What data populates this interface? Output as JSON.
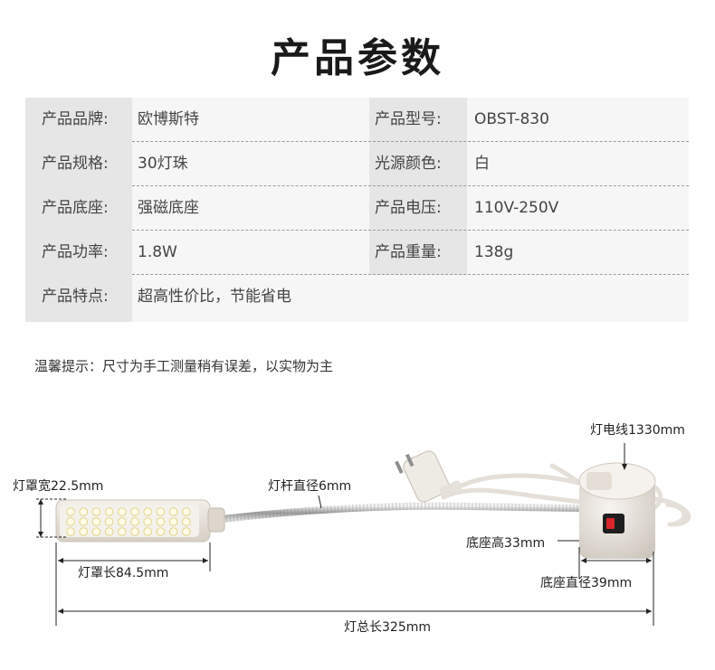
{
  "title": "产品参数",
  "specs": [
    {
      "label_l": "产品品牌:",
      "value_l": "欧博斯特",
      "label_r": "产品型号:",
      "value_r": "OBST-830"
    },
    {
      "label_l": "产品规格:",
      "value_l": "30灯珠",
      "label_r": "光源颜色:",
      "value_r": "白"
    },
    {
      "label_l": "产品底座:",
      "value_l": "强磁底座",
      "label_r": "产品电压:",
      "value_r": "110V-250V"
    },
    {
      "label_l": "产品功率:",
      "value_l": "1.8W",
      "label_r": "产品重量:",
      "value_r": "138g"
    }
  ],
  "feature": {
    "label": "产品特点:",
    "value": "超高性价比，节能省电"
  },
  "note": "温馨提示：尺寸为手工测量稍有误差，以实物为主",
  "dimensions": {
    "cable": "灯电线1330mm",
    "shade_width": "灯罩宽22.5mm",
    "rod_diameter": "灯杆直径6mm",
    "base_height": "底座高33mm",
    "shade_length": "灯罩长84.5mm",
    "base_diameter": "底座直径39mm",
    "total_length": "灯总长325mm"
  },
  "colors": {
    "label_bg": "#e6e6e6",
    "value_bg": "#f6f6f6",
    "lamp_body": "#e9e3dc",
    "switch": "#222222",
    "switch_light": "#d9262a"
  }
}
